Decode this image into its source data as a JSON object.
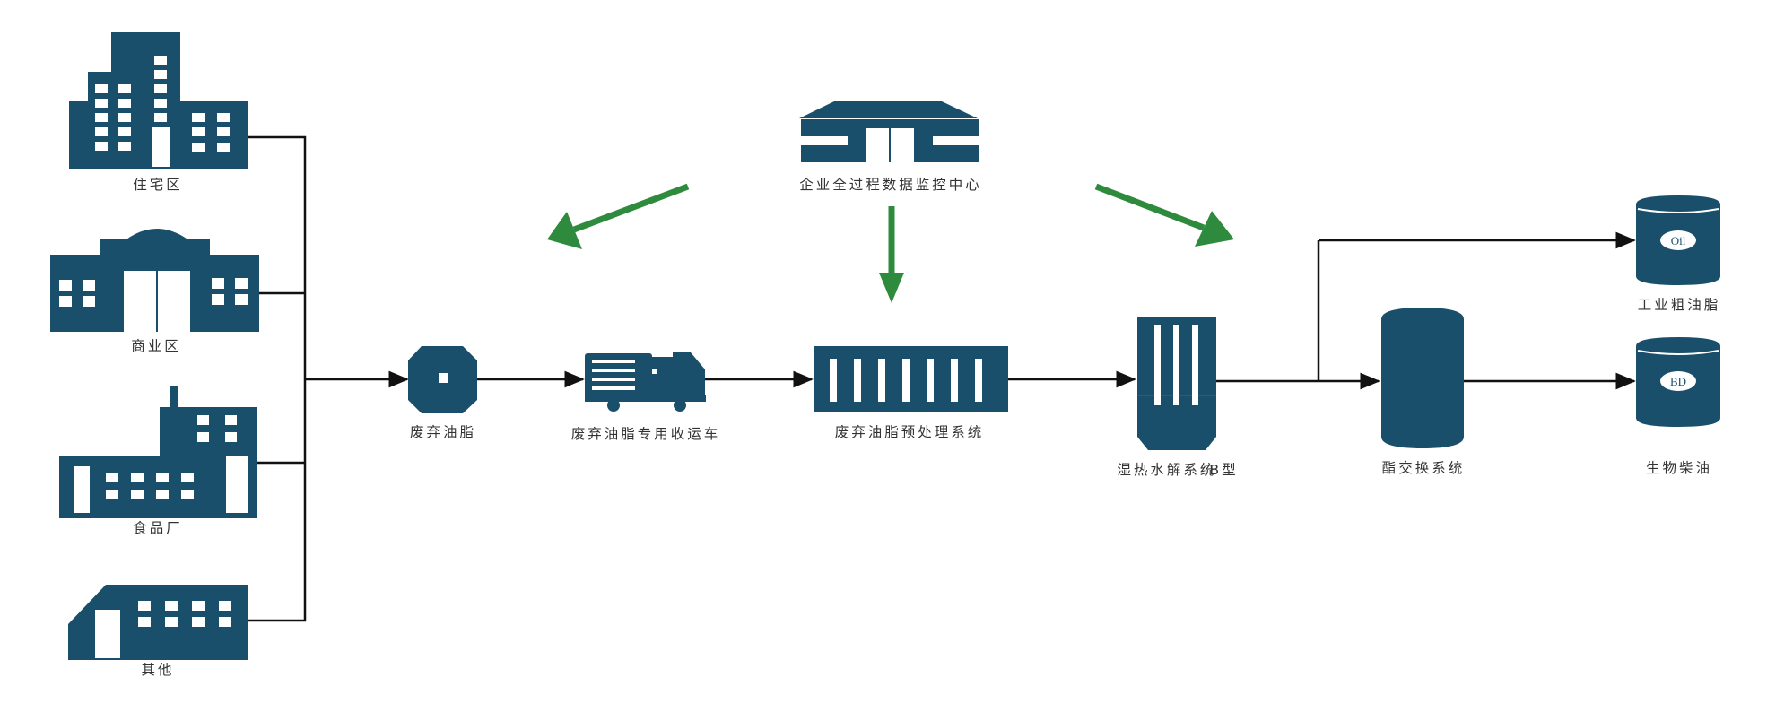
{
  "colors": {
    "building": "#1a4f6b",
    "window": "#ffffff",
    "flow_line": "#111111",
    "control_arrow": "#2e8b3e",
    "label_text": "#333333"
  },
  "sources": [
    {
      "id": "residential",
      "label": "住宅区",
      "icon": "apartment-building-icon"
    },
    {
      "id": "commercial",
      "label": "商业区",
      "icon": "domed-building-icon"
    },
    {
      "id": "food_factory",
      "label": "食品厂",
      "icon": "factory-icon"
    },
    {
      "id": "other",
      "label": "其他",
      "icon": "warehouse-icon"
    }
  ],
  "monitoring_center": {
    "label": "企业全过程数据监控中心",
    "icon": "warehouse-monitoring-icon"
  },
  "process_steps": [
    {
      "id": "waste_oil",
      "label": "废弃油脂",
      "icon": "oil-drop-icon"
    },
    {
      "id": "truck",
      "label": "废弃油脂专用收运车",
      "icon": "tanker-truck-icon"
    },
    {
      "id": "pretreatment",
      "label": "废弃油脂预处理系统",
      "icon": "container-icon"
    },
    {
      "id": "hydrolysis",
      "label": "湿热水解系统",
      "label_suffix": "B型",
      "icon": "reactor-tower-icon"
    },
    {
      "id": "esterification",
      "label": "酯交换系统",
      "icon": "reaction-tank-icon"
    }
  ],
  "products": [
    {
      "id": "crude_oil",
      "label": "工业粗油脂",
      "badge": "Oil",
      "icon": "oil-barrel-icon"
    },
    {
      "id": "biodiesel",
      "label": "生物柴油",
      "badge": "BD",
      "icon": "biodiesel-barrel-icon"
    }
  ]
}
